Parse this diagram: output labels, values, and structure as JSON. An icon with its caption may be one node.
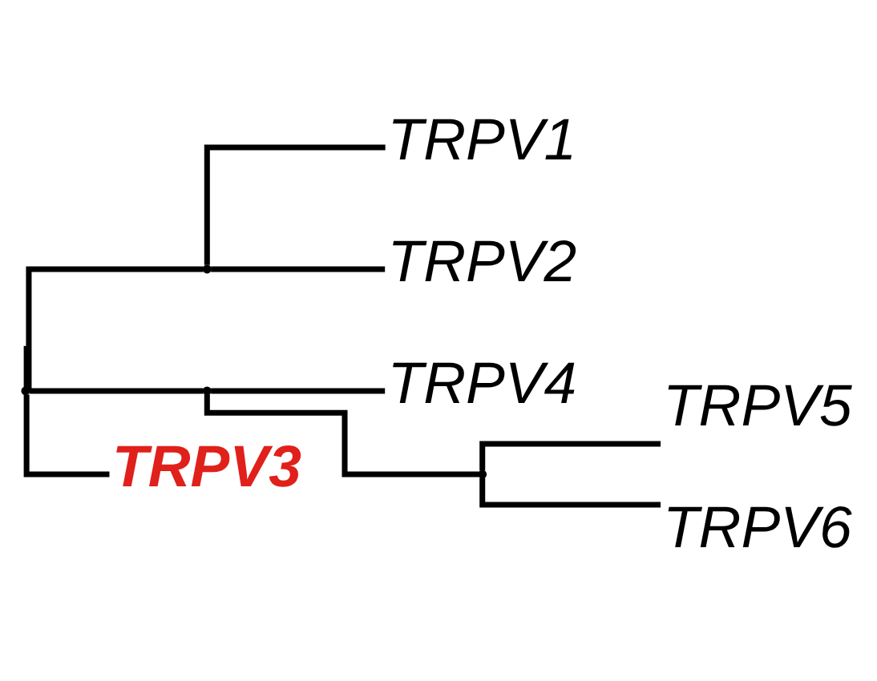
{
  "diagram": {
    "nodes": [
      {
        "text": [],
        "shape": "point"
      },
      {
        "text": [],
        "shape": "point"
      },
      {
        "text": [
          "TRPV1"
        ]
      },
      {
        "text": [
          "TRPV2"
        ]
      },
      {
        "text": [],
        "shape": "point"
      },
      {
        "text": [
          "TRPV4"
        ]
      },
      {
        "text": [],
        "shape": "point"
      },
      {
        "text": [
          "TRPV5"
        ]
      },
      {
        "text": [
          "TRPV6"
        ]
      },
      {
        "text": [
          "TRPV3"
        ]
      }
    ],
    "edges": [
      {
        "from": null,
        "to": 0,
        "arrow": "none"
      },
      {
        "from": 0,
        "to": 1,
        "arrow": "none"
      },
      {
        "from": 1,
        "to": 2,
        "arrow": "none"
      },
      {
        "from": 1,
        "to": 3,
        "arrow": "none"
      },
      {
        "from": 0,
        "to": 4,
        "arrow": "none"
      },
      {
        "from": 4,
        "to": 5,
        "arrow": "none"
      },
      {
        "from": 4,
        "to": 6,
        "arrow": "none"
      },
      {
        "from": 6,
        "to": 7,
        "arrow": "none"
      },
      {
        "from": 6,
        "to": 8,
        "arrow": "none"
      },
      {
        "from": 0,
        "to": 9,
        "arrow": "none"
      }
    ]
  }
}
